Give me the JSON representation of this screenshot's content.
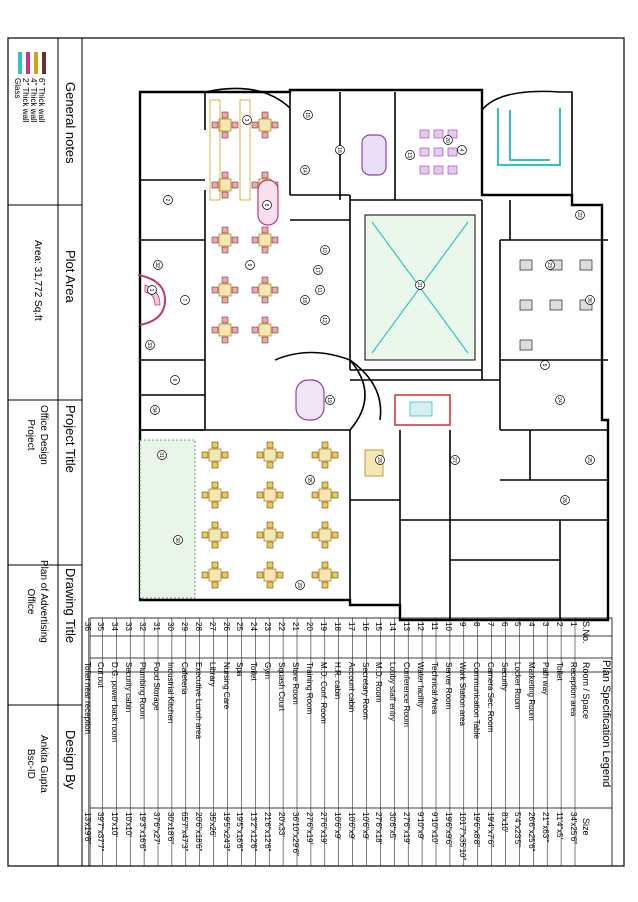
{
  "title_block": {
    "general_notes_label": "General notes",
    "plot_area_label": "Plot Area",
    "plot_area_value": "Area: 31,772 Sq.ft",
    "project_title_label": "Project Title",
    "project_title_value": [
      "Office Design",
      "Project"
    ],
    "drawing_title_label": "Drawing Title",
    "drawing_title_value": [
      "Plan of Advertising",
      "Office"
    ],
    "design_by_label": "Design By",
    "design_by_value": [
      "Ankita Gupta",
      "Bsc-ID"
    ]
  },
  "wall_key": [
    {
      "label": "6\" Thick wall",
      "color": "#6b2f2f"
    },
    {
      "label": "4\" Thick wall",
      "color": "#d4a017"
    },
    {
      "label": "2\" Thick wall",
      "color": "#c0397a"
    },
    {
      "label": "Glass",
      "color": "#2ec4c4"
    }
  ],
  "legend": {
    "title": "Plan Specification Legend",
    "headers": [
      "S.No.",
      "Room / Space",
      "Size"
    ],
    "rows": [
      [
        "1",
        "Reception area",
        "34'x25'6\""
      ],
      [
        "2",
        "Toilet",
        "11'4\"x5'"
      ],
      [
        "3",
        "Path way",
        "21'\"x63'\""
      ],
      [
        "4",
        "Marketing Room",
        "26'6\"x25'6\""
      ],
      [
        "5",
        "Locker Room",
        "5'4\"x23'5\""
      ],
      [
        "6",
        "Security",
        "8'x10'"
      ],
      [
        "7",
        "Camera Sec. Room",
        "19'4\"x7'6\""
      ],
      [
        "8",
        "Communication Table",
        "19'6\"x8'8\""
      ],
      [
        "9",
        "Work Station area",
        "101'7\"x35'10\""
      ],
      [
        "10",
        "Server Room",
        "19'6\"x9'6\""
      ],
      [
        "11",
        "Technical Area",
        "9'10\"x10'"
      ],
      [
        "12",
        "Water facility",
        "9'10\"x9'"
      ],
      [
        "13",
        "Conference Room",
        "27'6\"x19'"
      ],
      [
        "14",
        "Lobby staff entry",
        "30'6\"x5'"
      ],
      [
        "15",
        "M.D. Room",
        "27'6\"x18'"
      ],
      [
        "16",
        "Secretary Room",
        "10'6\"x9'"
      ],
      [
        "17",
        "Account cabin",
        "10'6\"x9'"
      ],
      [
        "18",
        "H.R. cabin",
        "10'6\"x9'"
      ],
      [
        "19",
        "M.D. Conf. Room",
        "27'6\"x19'"
      ],
      [
        "20",
        "Training Room",
        "27'6\"x19'"
      ],
      [
        "21",
        "Store Room",
        "36'10\"x29'6\""
      ],
      [
        "22",
        "Squash Court",
        "20'x33'"
      ],
      [
        "23",
        "Gym",
        "21'6\"x12'6\""
      ],
      [
        "24",
        "Toilet",
        "13'2\"x12'6\""
      ],
      [
        "25",
        "Spa",
        "19'5\"x16'6\""
      ],
      [
        "26",
        "Nursing Care",
        "19'5\"x24'3\""
      ],
      [
        "27",
        "Library",
        "35'x26'"
      ],
      [
        "28",
        "Executive Lunch area",
        "20'6\"x18'6\""
      ],
      [
        "29",
        "Cafeteria",
        "65'7\"x47'3\""
      ],
      [
        "30",
        "Industrial Kitchen",
        "30'x18'6\""
      ],
      [
        "31",
        "Food Storage",
        "37'6\"x27'"
      ],
      [
        "32",
        "Plumbing Room",
        "19'3\"x16'6\""
      ],
      [
        "33",
        "Security cabin",
        "10'x10'"
      ],
      [
        "34",
        "D.G. power back room",
        "10'x10'"
      ],
      [
        "35",
        "Cut out",
        "39'7\"x37'7\""
      ],
      [
        "36",
        "Toilet near reception",
        "13'x19'8\""
      ]
    ]
  },
  "plan": {
    "room_numbers": [
      "1",
      "2",
      "3",
      "4",
      "5",
      "6",
      "7",
      "8",
      "9",
      "10",
      "11",
      "12",
      "13",
      "14",
      "15",
      "16",
      "17",
      "18",
      "19",
      "20",
      "21",
      "22",
      "23",
      "24",
      "25",
      "26",
      "27",
      "28",
      "29",
      "30",
      "31",
      "32",
      "33",
      "34",
      "35",
      "36"
    ]
  }
}
